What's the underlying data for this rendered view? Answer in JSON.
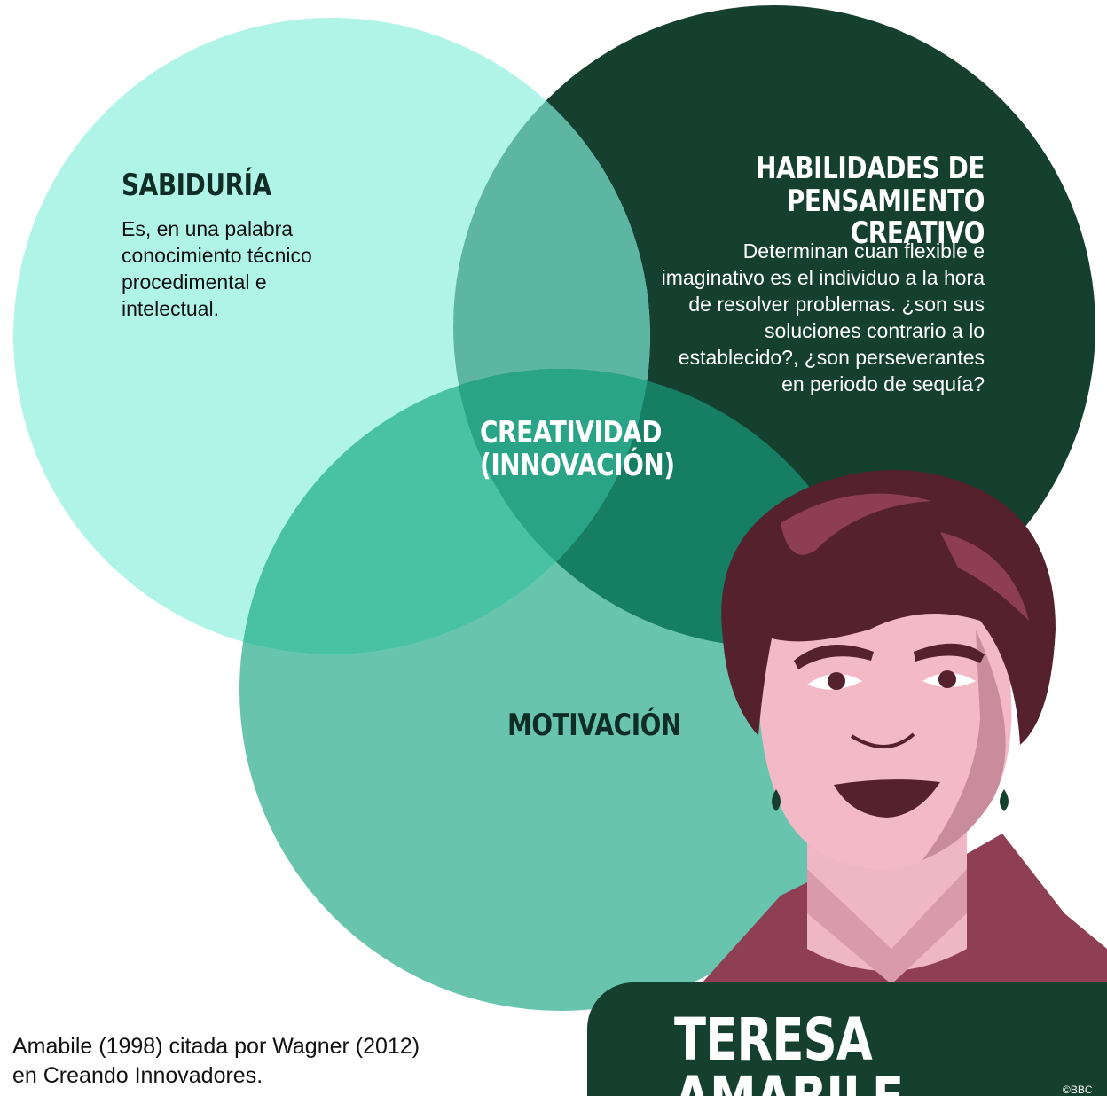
{
  "diagram": {
    "circles": [
      {
        "id": "sabiduria",
        "title": "SABIDURÍA",
        "description": "Es, en una palabra conocimiento técnico procedimental e intelectual.",
        "color": "#b0f4e8"
      },
      {
        "id": "habilidades",
        "title": "HABILIDADES DE PENSAMIENTO CREATIVO",
        "description": "Determinan cuan flexible e imaginativo es el individuo a la hora de resolver problemas. ¿son sus soluciones contrario a lo establecido?, ¿son perseverantes en periodo de sequía?",
        "color": "#15402f"
      },
      {
        "id": "motivacion",
        "title": "MOTIVACIÓN",
        "color": "#68c4ad"
      }
    ],
    "center_label": "CREATIVIDAD (INNOVACIÓN)",
    "overlap_colors": {
      "sabiduria_habilidades": "#5cb6a2",
      "sabiduria_motivacion": "#48c1a5",
      "habilidades_motivacion": "#167e63",
      "all_three": "#2aa487"
    }
  },
  "person": {
    "name": "TERESA AMABILE",
    "nameplate_color": "#15402f",
    "portrait_icon": "teresa-amabile-portrait-illustration"
  },
  "citation": "Amabile (1998) citada por Wagner (2012) en Creando Innovadores.",
  "copyright": "©BBC"
}
